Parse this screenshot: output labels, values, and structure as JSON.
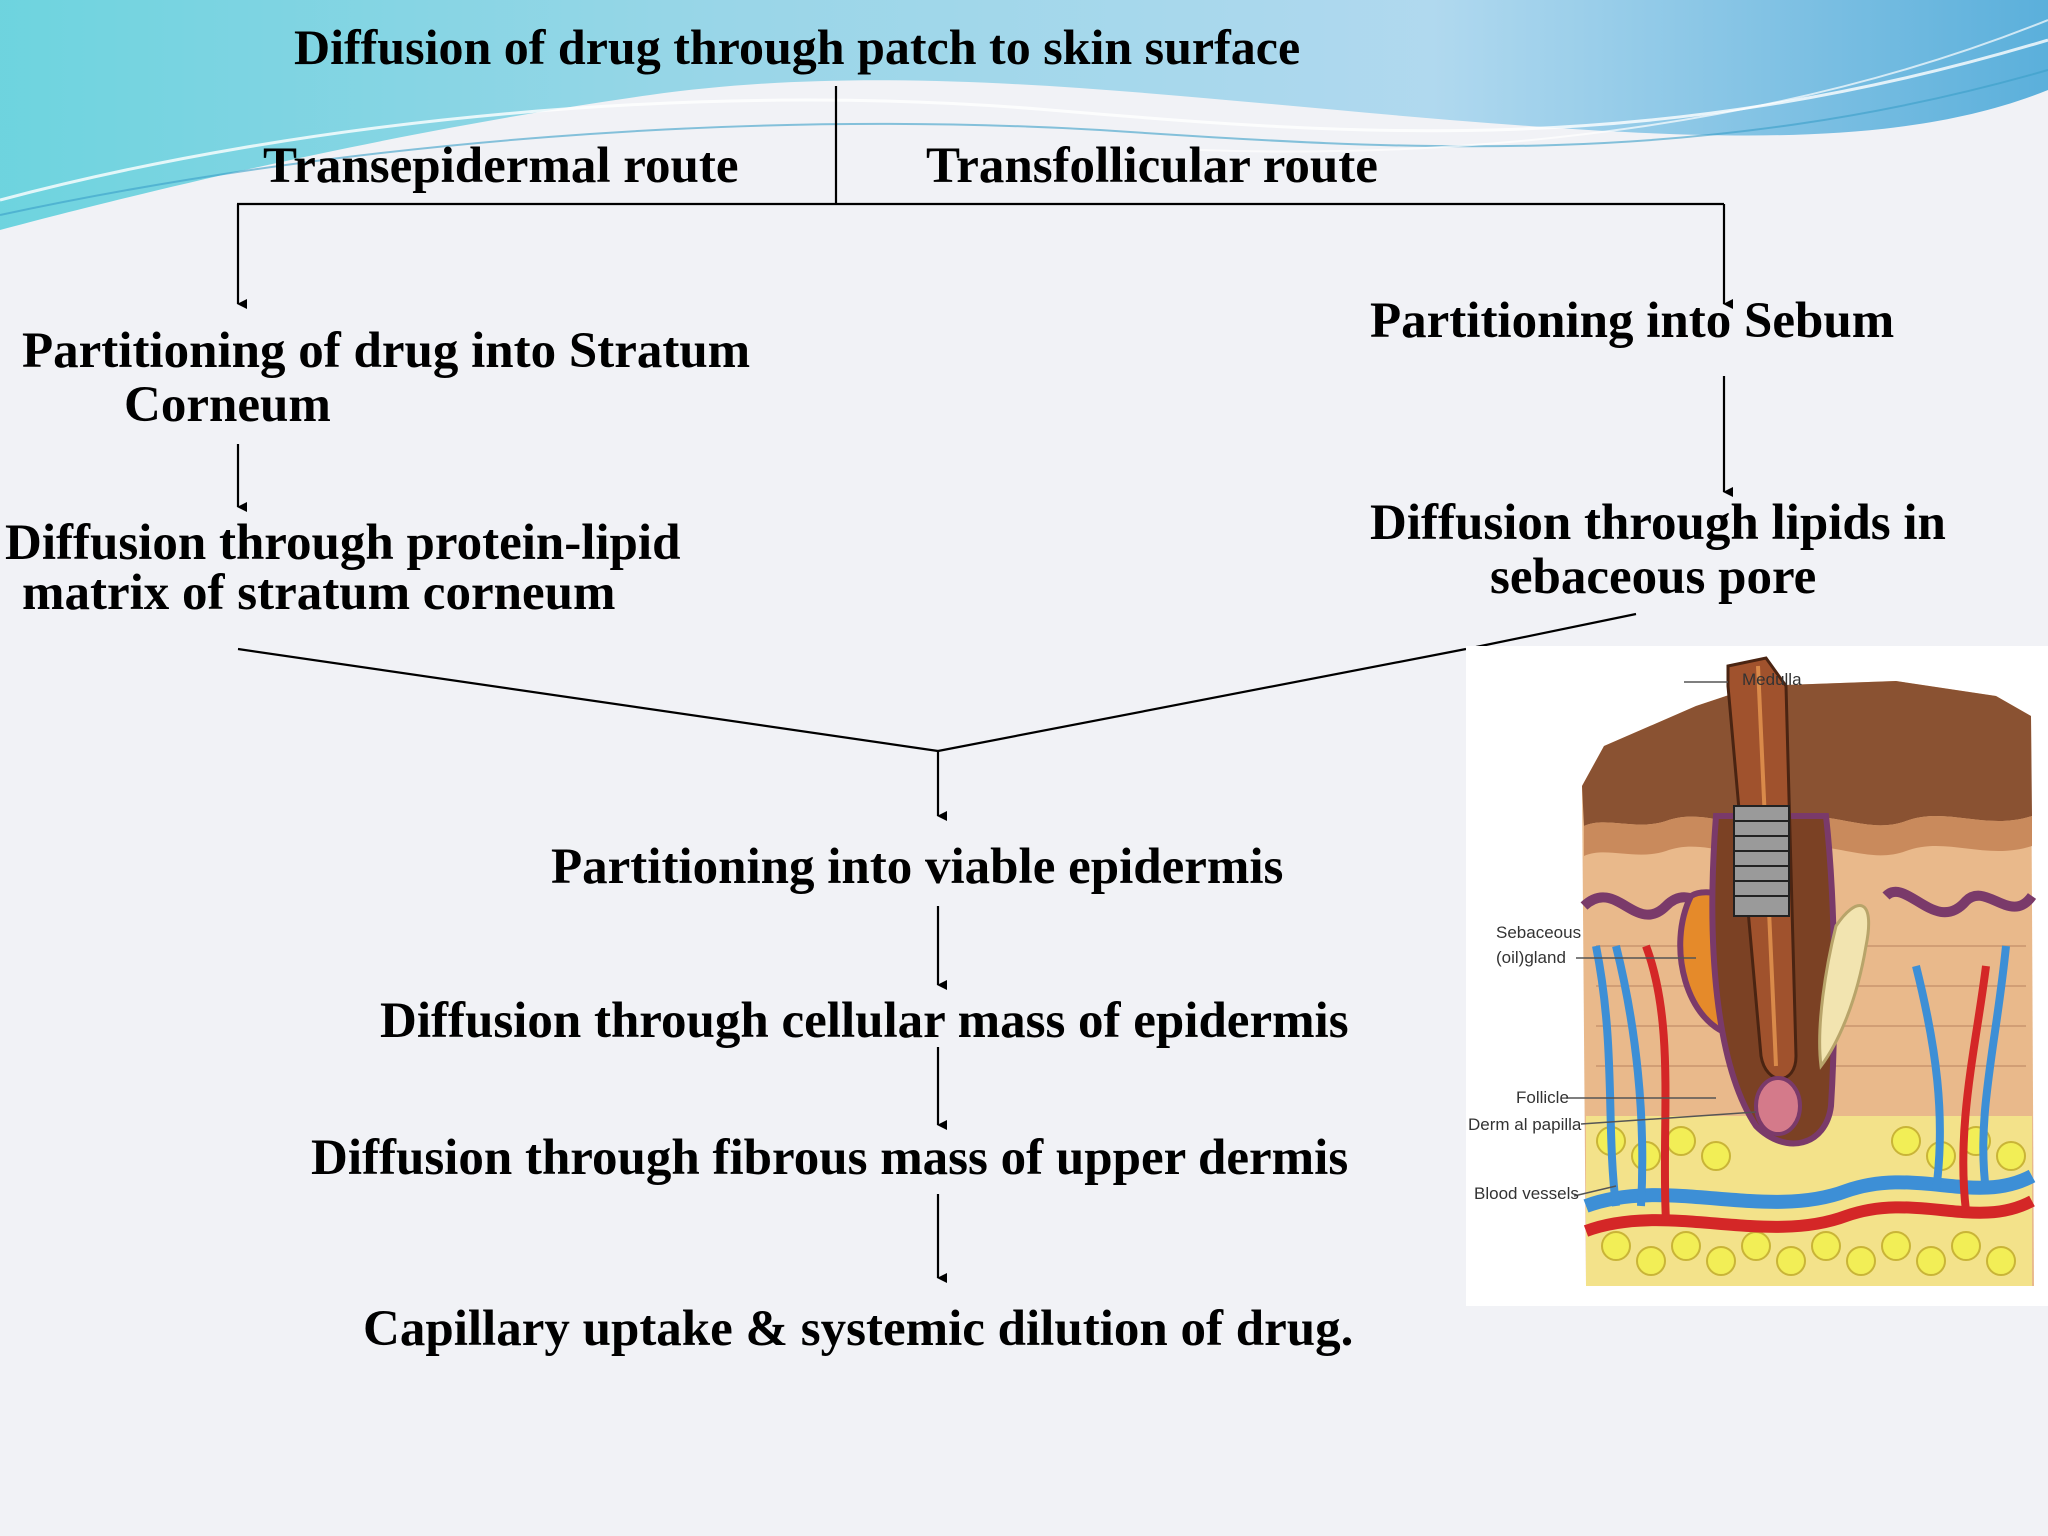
{
  "diagram": {
    "title": "Diffusion of drug through patch to skin surface",
    "routes": {
      "left": "Transepidermal route",
      "right": "Transfollicular route"
    },
    "left_branch": {
      "step1_line1": "Partitioning of drug into Stratum",
      "step1_line2": "Corneum",
      "step2_line1": "Diffusion through protein-lipid",
      "step2_line2": "matrix of stratum corneum"
    },
    "right_branch": {
      "step1": "Partitioning into Sebum",
      "step2_line1": "Diffusion through lipids in",
      "step2_line2": "sebaceous pore"
    },
    "common_steps": [
      "Partitioning into viable epidermis",
      "Diffusion through cellular mass of epidermis",
      "Diffusion through fibrous mass of upper dermis",
      "Capillary uptake & systemic dilution of drug."
    ]
  },
  "skin_illustration": {
    "labels": {
      "medulla": "Medulla",
      "sebaceous_line1": "Sebaceous",
      "sebaceous_line2": "(oil)gland",
      "follicle": "Follicle",
      "dermal_papilla": "Derm al papilla",
      "blood_vessels": "Blood vessels"
    }
  }
}
